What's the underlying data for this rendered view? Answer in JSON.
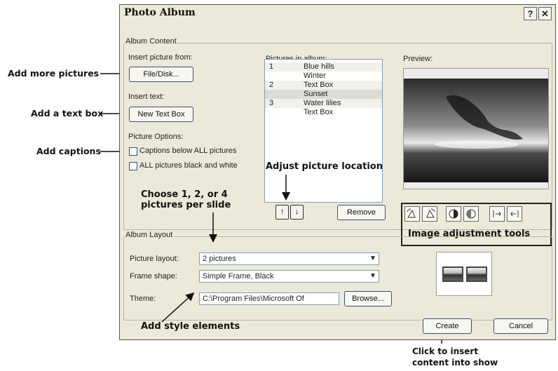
{
  "annotations": {
    "add_more_pictures": "Add more pictures",
    "add_text_box": "Add a text box",
    "add_captions": "Add captions",
    "adjust_location": "Adjust picture location",
    "choose_layout_line1": "Choose 1, 2, or 4",
    "choose_layout_line2": "pictures per slide",
    "image_tools": "Image adjustment tools",
    "style_elements": "Add style elements",
    "click_insert_line1": "Click to insert",
    "click_insert_line2": "content into show"
  },
  "dialog": {
    "title": "Photo Album",
    "help_label": "?",
    "close_label": "✕"
  },
  "album_content": {
    "legend": "Album Content",
    "insert_picture_label": "Insert picture from:",
    "file_disk_button": "File/Disk...",
    "insert_text_label": "Insert text:",
    "new_text_box_button": "New Text Box",
    "picture_options_label": "Picture Options:",
    "captions_label": "Captions below ALL pictures",
    "black_white_label": "ALL pictures black and white",
    "captions_checked": false,
    "black_white_checked": false,
    "pictures_in_album_label": "Pictures in album:",
    "pictures": [
      {
        "num": "1",
        "name": "Blue hills"
      },
      {
        "num": "",
        "name": "Winter"
      },
      {
        "num": "2",
        "name": "Text Box"
      },
      {
        "num": "",
        "name": "Sunset"
      },
      {
        "num": "3",
        "name": "Water lilies"
      },
      {
        "num": "",
        "name": "Text Box"
      }
    ],
    "move_up_label": "↑",
    "move_down_label": "↓",
    "remove_button": "Remove",
    "preview_label": "Preview:"
  },
  "album_layout": {
    "legend": "Album Layout",
    "picture_layout_label": "Picture layout:",
    "picture_layout_value": "2 pictures",
    "frame_shape_label": "Frame shape:",
    "frame_shape_value": "Simple Frame, Black",
    "theme_label": "Theme:",
    "theme_value": "C:\\Program Files\\Microsoft Of",
    "browse_button": "Browse..."
  },
  "footer": {
    "create_button": "Create",
    "cancel_button": "Cancel"
  },
  "colors": {
    "dialog_bg": "#ece9d8",
    "button_border": "#33527a"
  }
}
